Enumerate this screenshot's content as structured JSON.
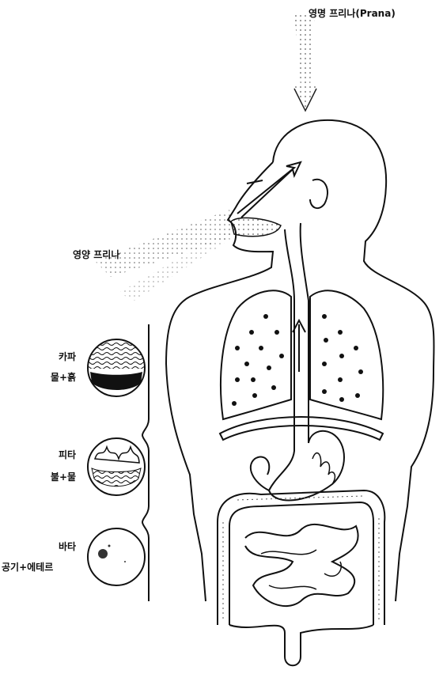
{
  "labels": {
    "top_prana": "영명 프리나(Prana)",
    "nutrient_prana": "영양 프리나",
    "kapha_name": "카파",
    "kapha_elements": "물+흙",
    "pitta_name": "피타",
    "pitta_elements": "불+물",
    "vata_name": "바타",
    "vata_elements": "공기+에테르"
  }
}
